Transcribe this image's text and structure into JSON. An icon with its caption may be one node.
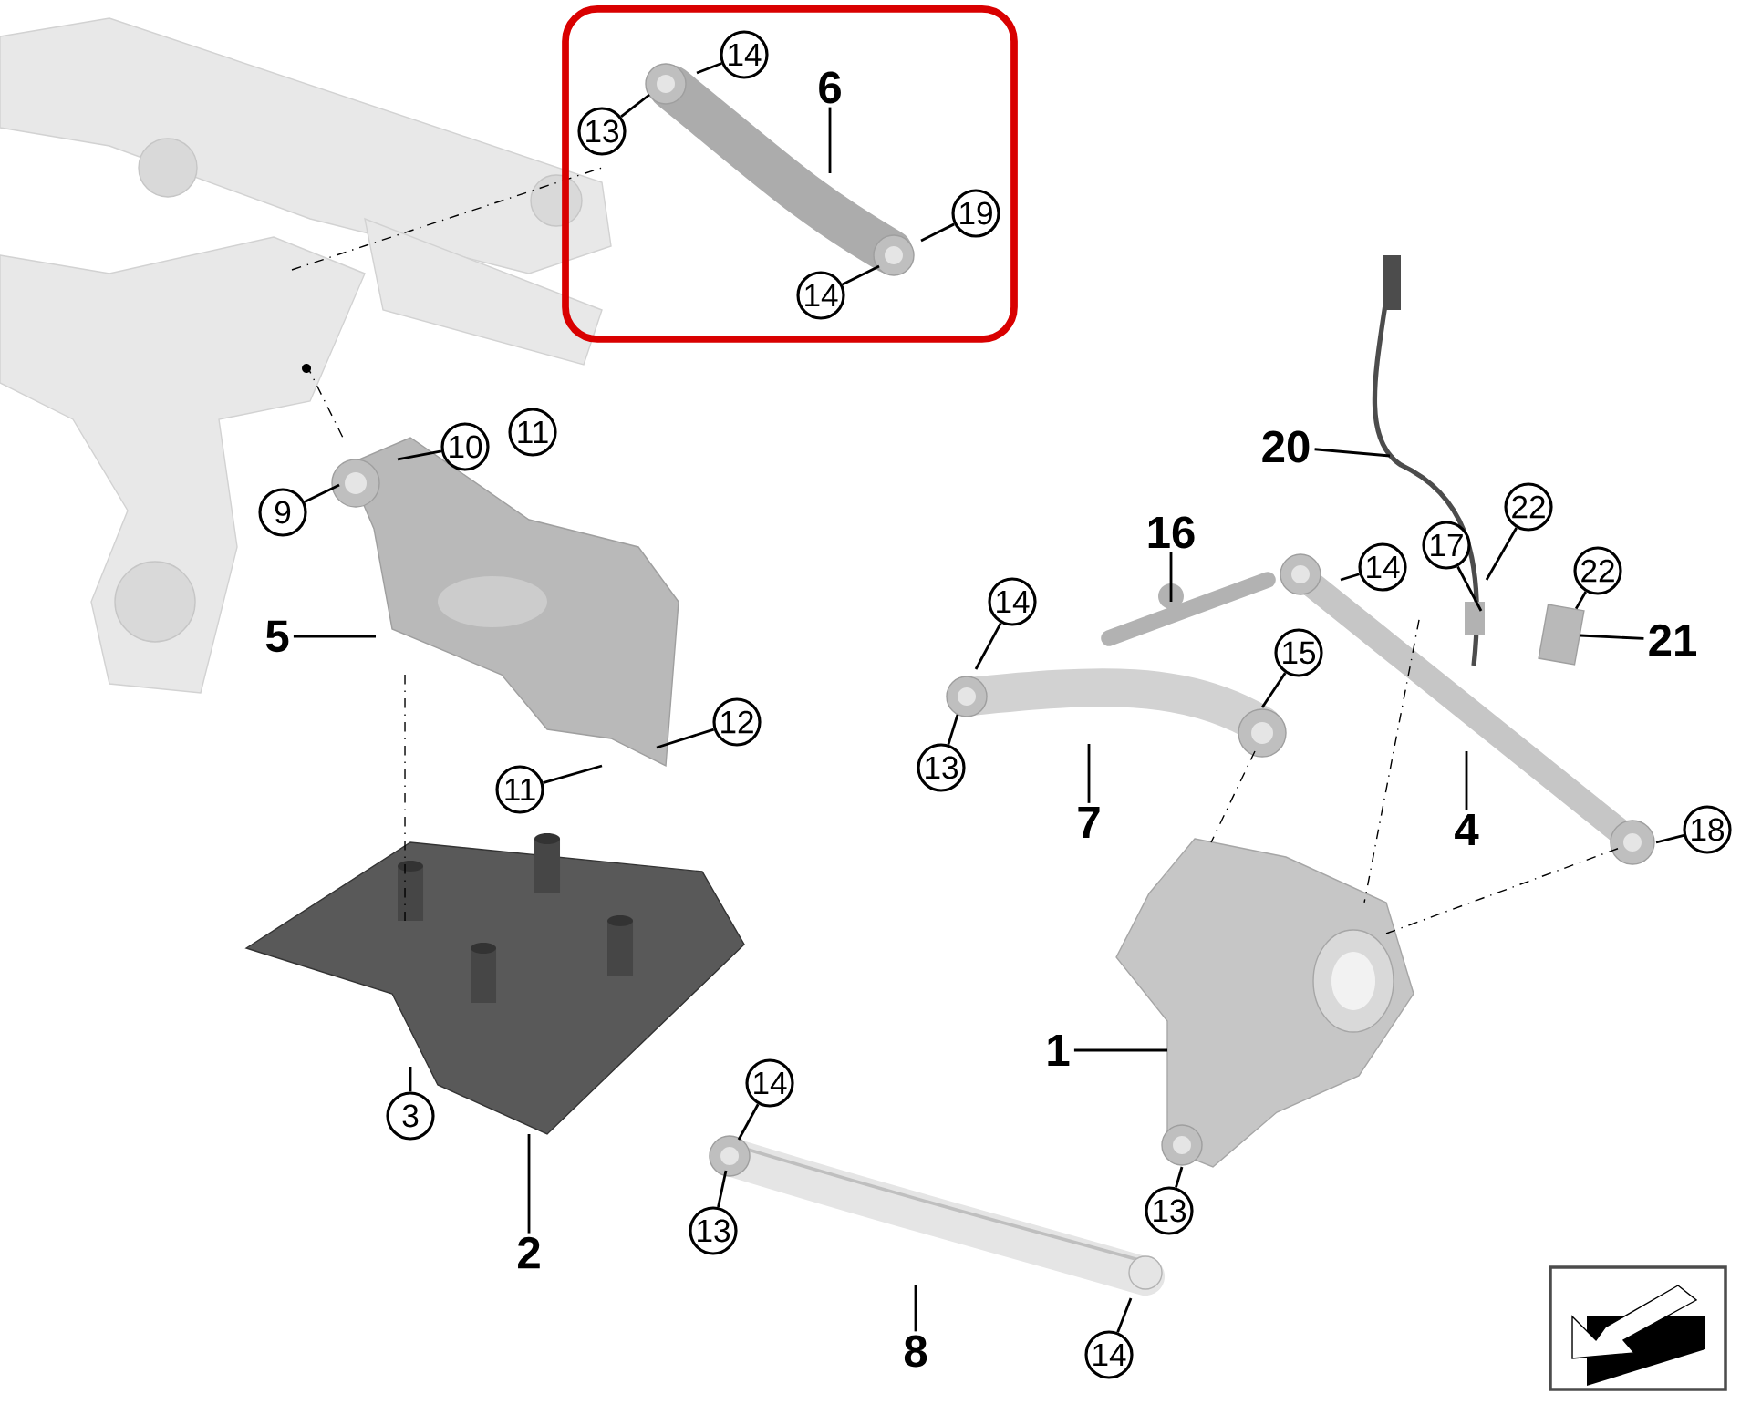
{
  "diagram": {
    "nodes": [
      {
        "text": [
          "14"
        ]
      },
      {
        "text": [
          "13"
        ]
      },
      {
        "text": [
          "6"
        ]
      },
      {
        "text": [
          "19"
        ]
      },
      {
        "text": [
          "14"
        ]
      },
      {
        "text": [
          "10"
        ]
      },
      {
        "text": [
          "11"
        ]
      },
      {
        "text": [
          "9"
        ]
      },
      {
        "text": [
          "5"
        ]
      },
      {
        "text": [
          "12"
        ]
      },
      {
        "text": [
          "11"
        ]
      },
      {
        "text": [
          "3"
        ]
      },
      {
        "text": [
          "2"
        ]
      },
      {
        "text": [
          "14"
        ]
      },
      {
        "text": [
          "13"
        ]
      },
      {
        "text": [
          "8"
        ]
      },
      {
        "text": [
          "14"
        ]
      },
      {
        "text": [
          "13"
        ]
      },
      {
        "text": [
          "1"
        ]
      },
      {
        "text": [
          "14"
        ]
      },
      {
        "text": [
          "15"
        ]
      },
      {
        "text": [
          "13"
        ]
      },
      {
        "text": [
          "7"
        ]
      },
      {
        "text": [
          "16"
        ]
      },
      {
        "text": [
          "20"
        ]
      },
      {
        "text": [
          "14"
        ]
      },
      {
        "text": [
          "17"
        ]
      },
      {
        "text": [
          "22"
        ]
      },
      {
        "text": [
          "22"
        ]
      },
      {
        "text": [
          "21"
        ]
      },
      {
        "text": [
          "4"
        ]
      },
      {
        "text": [
          "18"
        ]
      },
      {
        "text": [],
        "shape": "box"
      }
    ],
    "edges": [
      {
        "from": 0,
        "to": null,
        "arrow": "none"
      },
      {
        "from": 1,
        "to": null,
        "arrow": "none"
      },
      {
        "from": 2,
        "to": null,
        "arrow": "none"
      },
      {
        "from": 3,
        "to": null,
        "arrow": "none"
      },
      {
        "from": 4,
        "to": null,
        "arrow": "none"
      },
      {
        "from": 5,
        "to": null,
        "arrow": "none"
      },
      {
        "from": 7,
        "to": null,
        "arrow": "none"
      },
      {
        "from": 8,
        "to": null,
        "arrow": "none"
      },
      {
        "from": 9,
        "to": null,
        "arrow": "none"
      },
      {
        "from": 10,
        "to": null,
        "arrow": "none"
      },
      {
        "from": 11,
        "to": null,
        "arrow": "none"
      },
      {
        "from": 12,
        "to": null,
        "arrow": "none"
      },
      {
        "from": 13,
        "to": null,
        "arrow": "none"
      },
      {
        "from": 14,
        "to": null,
        "arrow": "none"
      },
      {
        "from": 15,
        "to": null,
        "arrow": "none"
      },
      {
        "from": 16,
        "to": null,
        "arrow": "none"
      },
      {
        "from": 17,
        "to": null,
        "arrow": "none"
      },
      {
        "from": 18,
        "to": null,
        "arrow": "none"
      },
      {
        "from": 19,
        "to": null,
        "arrow": "none"
      },
      {
        "from": 20,
        "to": null,
        "arrow": "none"
      },
      {
        "from": 21,
        "to": null,
        "arrow": "none"
      },
      {
        "from": 22,
        "to": null,
        "arrow": "none"
      },
      {
        "from": 23,
        "to": null,
        "arrow": "none"
      },
      {
        "from": 24,
        "to": null,
        "arrow": "none"
      },
      {
        "from": 25,
        "to": null,
        "arrow": "none"
      },
      {
        "from": 26,
        "to": null,
        "arrow": "none"
      },
      {
        "from": 27,
        "to": null,
        "arrow": "none"
      },
      {
        "from": 28,
        "to": 32,
        "arrow": "none"
      },
      {
        "from": 29,
        "to": 32,
        "arrow": "none"
      },
      {
        "from": 30,
        "to": null,
        "arrow": "none"
      },
      {
        "from": 31,
        "to": null,
        "arrow": "none"
      }
    ]
  }
}
